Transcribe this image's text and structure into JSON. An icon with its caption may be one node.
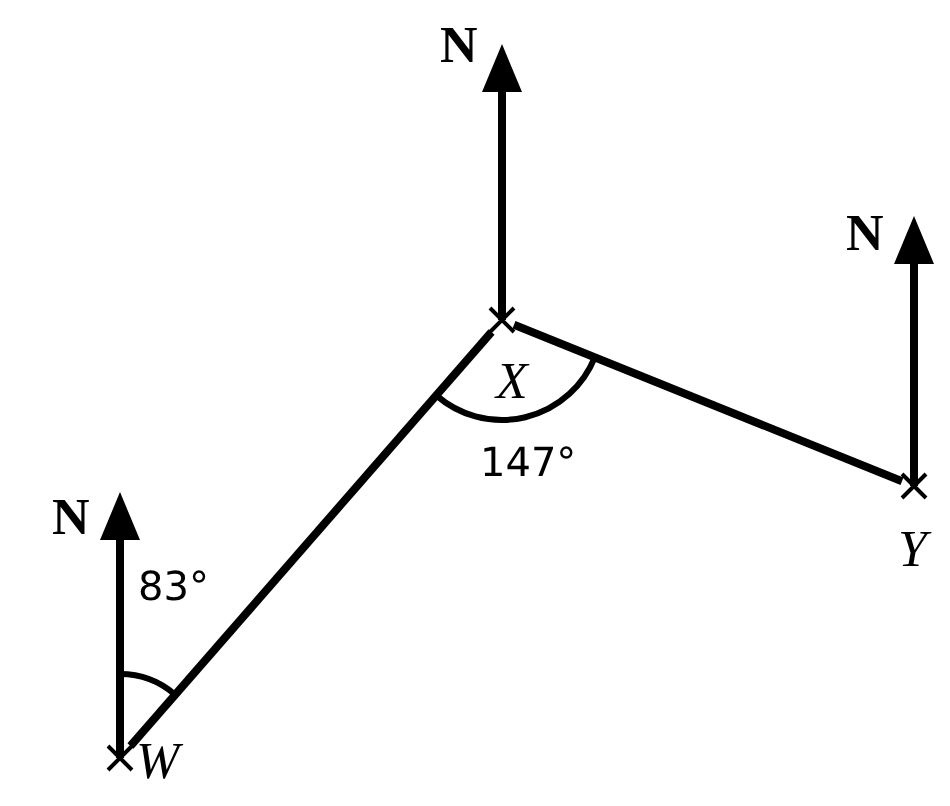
{
  "diagram": {
    "nodes": [
      {
        "text": [],
        "shape": "cross",
        "beside": [
          "X"
        ]
      },
      {
        "text": [],
        "shape": "cross",
        "beside": [
          "Y"
        ]
      },
      {
        "text": [],
        "shape": "cross",
        "beside": [
          "W"
        ]
      }
    ],
    "edges": [
      {
        "from": 2,
        "to": 0,
        "arrow": "none"
      },
      {
        "from": 0,
        "to": 1,
        "arrow": "none"
      }
    ],
    "labels": [
      "N",
      "N",
      "N",
      "147°",
      "83°"
    ]
  }
}
